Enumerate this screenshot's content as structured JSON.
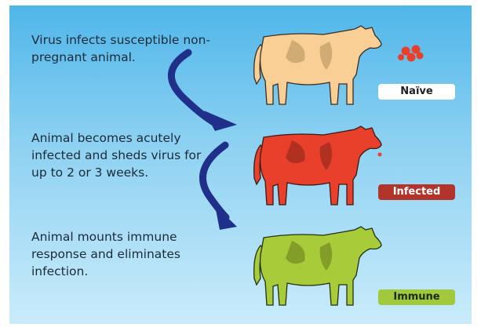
{
  "steps": [
    {
      "text": "Virus infects susceptible non-pregnant animal.",
      "status": "Naïve"
    },
    {
      "text": "Animal becomes acutely infected and sheds virus for up to 2 or 3 weeks.",
      "status": "Infected"
    },
    {
      "text": "Animal mounts immune response and eliminates infection.",
      "status": "Immune"
    }
  ],
  "colors": {
    "naive_cow": "#f9cf96",
    "infected_cow": "#e8402a",
    "immune_cow": "#a8cb3a",
    "arrow": "#1f2f8a",
    "virus": "#e8402a"
  }
}
